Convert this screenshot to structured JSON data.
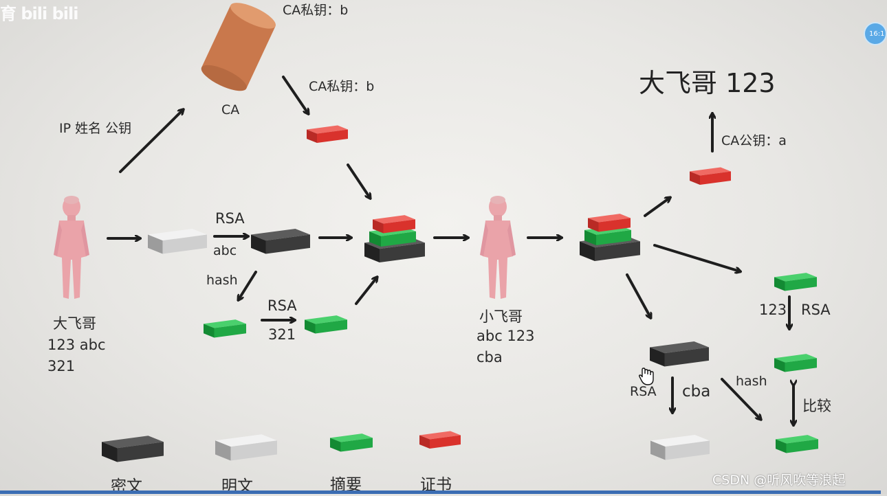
{
  "colors": {
    "cipher_block": "#3d3d3d",
    "plain_block": "#d8d8d8",
    "digest_block": "#22b24a",
    "cert_block": "#e33a33",
    "ca_cylinder": "#c8794f",
    "person": "#e9a3a8",
    "arrow": "#1e1e1e"
  },
  "icons": {
    "ca": "cylinder-icon",
    "people": "person-figure-icon",
    "cursor": "hand-cursor-icon"
  },
  "header": {
    "logo": "育 bili bili",
    "clock": "16:1"
  },
  "ca": {
    "label": "CA",
    "top_key": "CA私钥：b",
    "arrow_key": "CA私钥：b",
    "request": "IP 姓名 公钥"
  },
  "sender": {
    "name": "大飞哥",
    "line1": "123  abc",
    "line2": "321"
  },
  "flow": {
    "rsa_top": "RSA",
    "abc_label": "abc",
    "hash_label": "hash",
    "rsa_bottom": "RSA",
    "digest_321": "321"
  },
  "receiver": {
    "name": "小飞哥",
    "line1": "abc 123",
    "line2": "cba"
  },
  "verify": {
    "title": "大飞哥 123",
    "ca_public_key": "CA公钥：a",
    "digest_value": "123",
    "rsa_right": "RSA",
    "rsa_left": "RSA",
    "cba_label": "cba",
    "hash_label": "hash",
    "compare_label": "比较"
  },
  "legend": {
    "cipher": "密文",
    "plain": "明文",
    "digest": "摘要",
    "cert": "证书"
  },
  "watermark": "CSDN @听风吹等浪起"
}
